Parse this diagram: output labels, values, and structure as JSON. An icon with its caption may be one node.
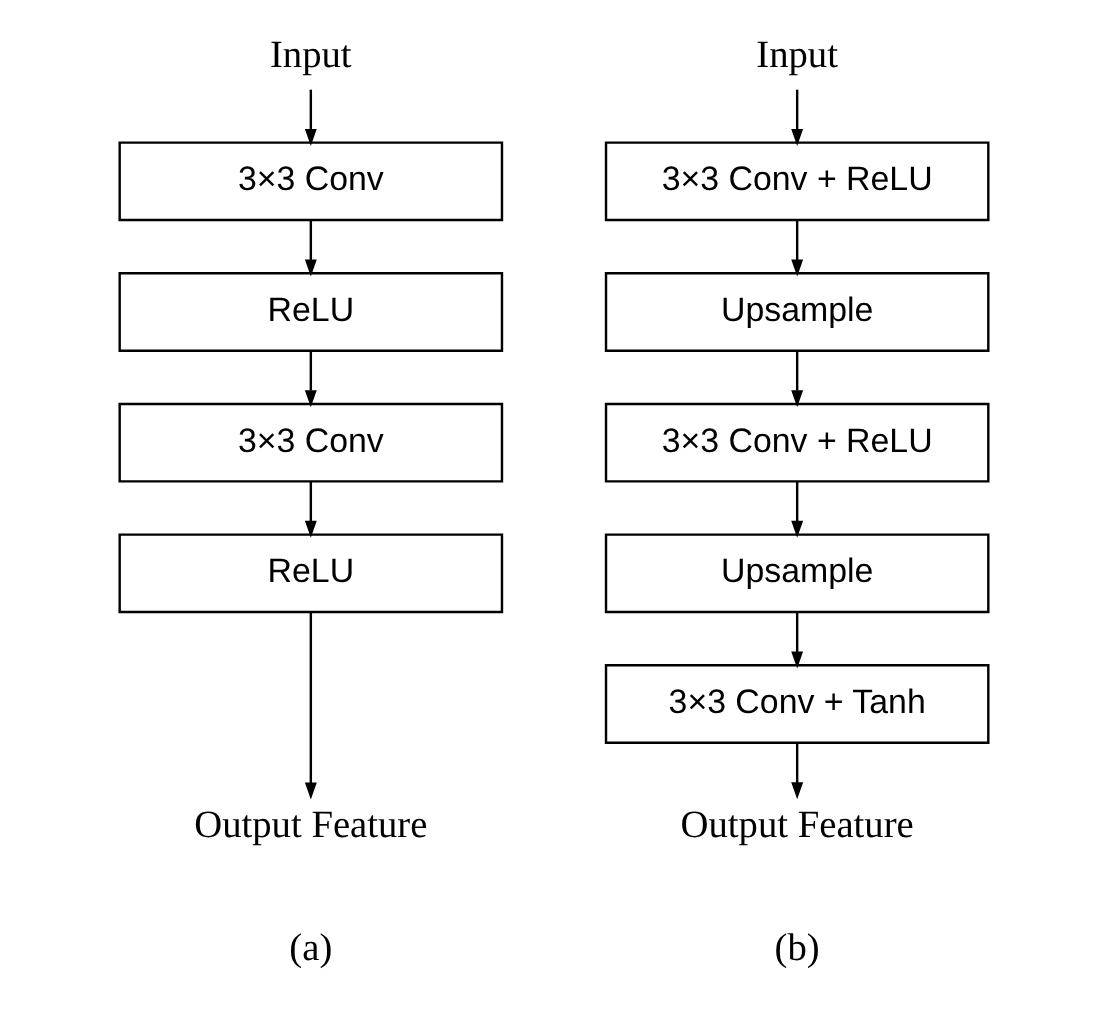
{
  "diagram": {
    "nodes": [
      {
        "text": [
          "Input"
        ]
      },
      {
        "text": [
          "3×3 Conv"
        ]
      },
      {
        "text": [
          "ReLU"
        ]
      },
      {
        "text": [
          "3×3 Conv"
        ]
      },
      {
        "text": [
          "ReLU"
        ]
      },
      {
        "text": [
          "Output Feature"
        ]
      },
      {
        "text": [
          "Input"
        ]
      },
      {
        "text": [
          "3×3 Conv + ReLU"
        ]
      },
      {
        "text": [
          "Upsample"
        ]
      },
      {
        "text": [
          "3×3 Conv + ReLU"
        ]
      },
      {
        "text": [
          "Upsample"
        ]
      },
      {
        "text": [
          "3×3 Conv + Tanh"
        ]
      },
      {
        "text": [
          "Output Feature"
        ]
      }
    ],
    "edges": [
      {
        "from": 0,
        "to": 1,
        "arrow": "to"
      },
      {
        "from": 1,
        "to": 2,
        "arrow": "to"
      },
      {
        "from": 2,
        "to": 3,
        "arrow": "to"
      },
      {
        "from": 3,
        "to": 4,
        "arrow": "to"
      },
      {
        "from": 4,
        "to": 5,
        "arrow": "to"
      },
      {
        "from": 6,
        "to": 7,
        "arrow": "to"
      },
      {
        "from": 7,
        "to": 8,
        "arrow": "to"
      },
      {
        "from": 8,
        "to": 9,
        "arrow": "to"
      },
      {
        "from": 9,
        "to": 10,
        "arrow": "to"
      },
      {
        "from": 10,
        "to": 11,
        "arrow": "to"
      },
      {
        "from": 11,
        "to": 12,
        "arrow": "to"
      }
    ],
    "labels": [
      "(a)",
      "(b)"
    ]
  }
}
